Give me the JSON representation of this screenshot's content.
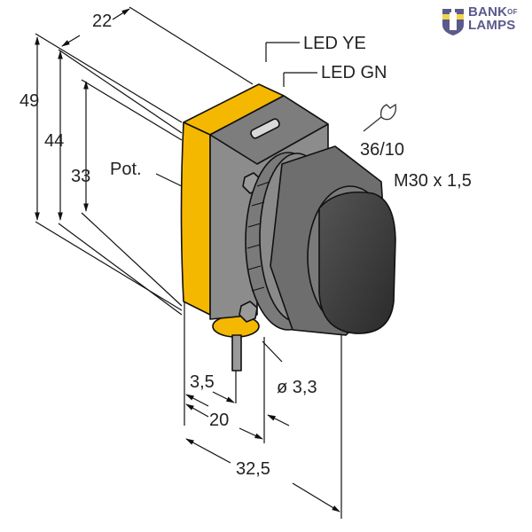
{
  "logo": {
    "line1": "BANK",
    "of": "OF",
    "line2": "LAMPS",
    "icon": "lighthouse-shield-icon",
    "colors": {
      "text": "#5a5a8c",
      "accent": "#f2d54a"
    }
  },
  "labels": {
    "led_ye": "LED YE",
    "led_gn": "LED GN",
    "wrench_size": "36/10",
    "thread": "M30 x 1,5",
    "pot": "Pot.",
    "cable_dia": "ø 3,3"
  },
  "dimensions": {
    "width_top": "22",
    "height_49": "49",
    "height_44": "44",
    "height_33": "33",
    "bottom_3_5": "3,5",
    "bottom_20": "20",
    "bottom_32_5": "32,5"
  },
  "colors": {
    "housing_yellow": "#f5b800",
    "body_gray": "#8c8c8c",
    "body_dark": "#5e5e5e",
    "lens": "#3a3a3a",
    "line": "#1a1a1a"
  }
}
